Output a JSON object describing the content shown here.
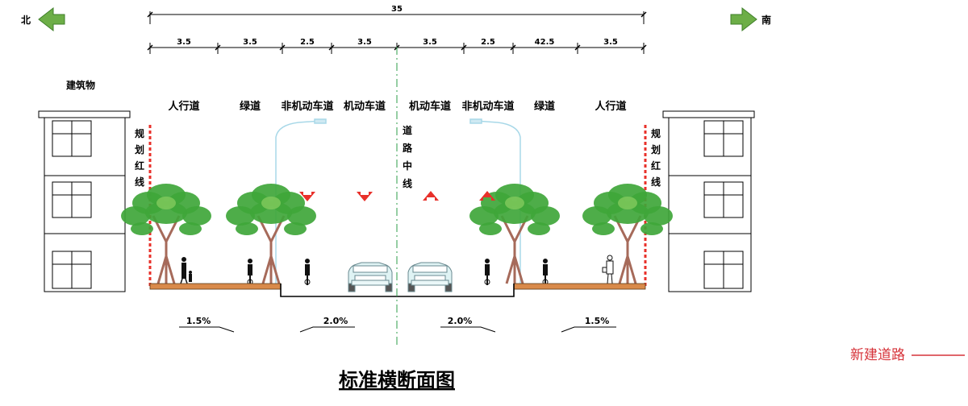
{
  "directions": {
    "north": "北",
    "south": "南"
  },
  "dimensions": {
    "total": "35",
    "segments": [
      "3.5",
      "3.5",
      "2.5",
      "3.5",
      "3.5",
      "2.5",
      "42.5",
      "3.5"
    ]
  },
  "labels": {
    "building": "建筑物",
    "lanes": [
      "人行道",
      "绿道",
      "非机动车道",
      "机动车道",
      "机动车道",
      "非机动车道",
      "绿道",
      "人行道"
    ],
    "red_line_left": [
      "规",
      "划",
      "红",
      "线"
    ],
    "red_line_right": [
      "规",
      "划",
      "红",
      "线"
    ],
    "centerline": [
      "道",
      "路",
      "中",
      "线"
    ]
  },
  "slopes": [
    "1.5%",
    "2.0%",
    "2.0%",
    "1.5%"
  ],
  "title": "标准横断面图",
  "legend": {
    "label": "新建道路"
  },
  "colors": {
    "arrow_green": "#6dae47",
    "red_line": "#e8302a",
    "tree_green": "#3fa63a",
    "trunk": "#a66a5a",
    "sidewalk": "#d98a4a",
    "car": "#dff3f4",
    "lamp": "#a8d8e8",
    "centerline": "#2e9d4a",
    "legend_red": "#d6333a"
  }
}
